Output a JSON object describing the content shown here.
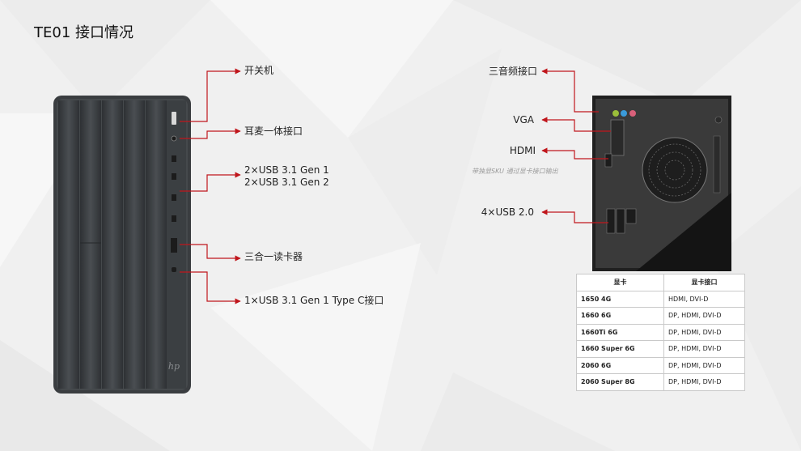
{
  "page": {
    "title": "TE01 接口情况"
  },
  "front_labels": {
    "power": "开关机",
    "headset": "耳麦一体接口",
    "usb_gen1": "2×USB 3.1 Gen 1",
    "usb_gen2": "2×USB 3.1 Gen 2",
    "card_reader": "三合一读卡器",
    "usb_c": "1×USB 3.1 Gen 1 Type C接口"
  },
  "rear_labels": {
    "audio": "三音频接口",
    "vga": "VGA",
    "hdmi": "HDMI",
    "hdmi_note": "带独显SKU 通过显卡接口输出",
    "usb2": "4×USB 2.0"
  },
  "gpu_table": {
    "headers": [
      "显卡",
      "显卡接口"
    ],
    "rows": [
      {
        "model": "1650 4G",
        "ports": "HDMI, DVI-D"
      },
      {
        "model": "1660 6G",
        "ports": "DP, HDMI, DVI-D"
      },
      {
        "model": "1660Ti 6G",
        "ports": "DP, HDMI, DVI-D"
      },
      {
        "model": "1660 Super 6G",
        "ports": "DP, HDMI, DVI-D"
      },
      {
        "model": "2060 6G",
        "ports": "DP, HDMI, DVI-D"
      },
      {
        "model": "2060 Super 8G",
        "ports": "DP, HDMI, DVI-D"
      }
    ]
  },
  "colors": {
    "accent": "#c0161c",
    "case": "#3f4346",
    "panel": "#4c5053"
  },
  "icons": {
    "front_logo": "hp-logo"
  }
}
